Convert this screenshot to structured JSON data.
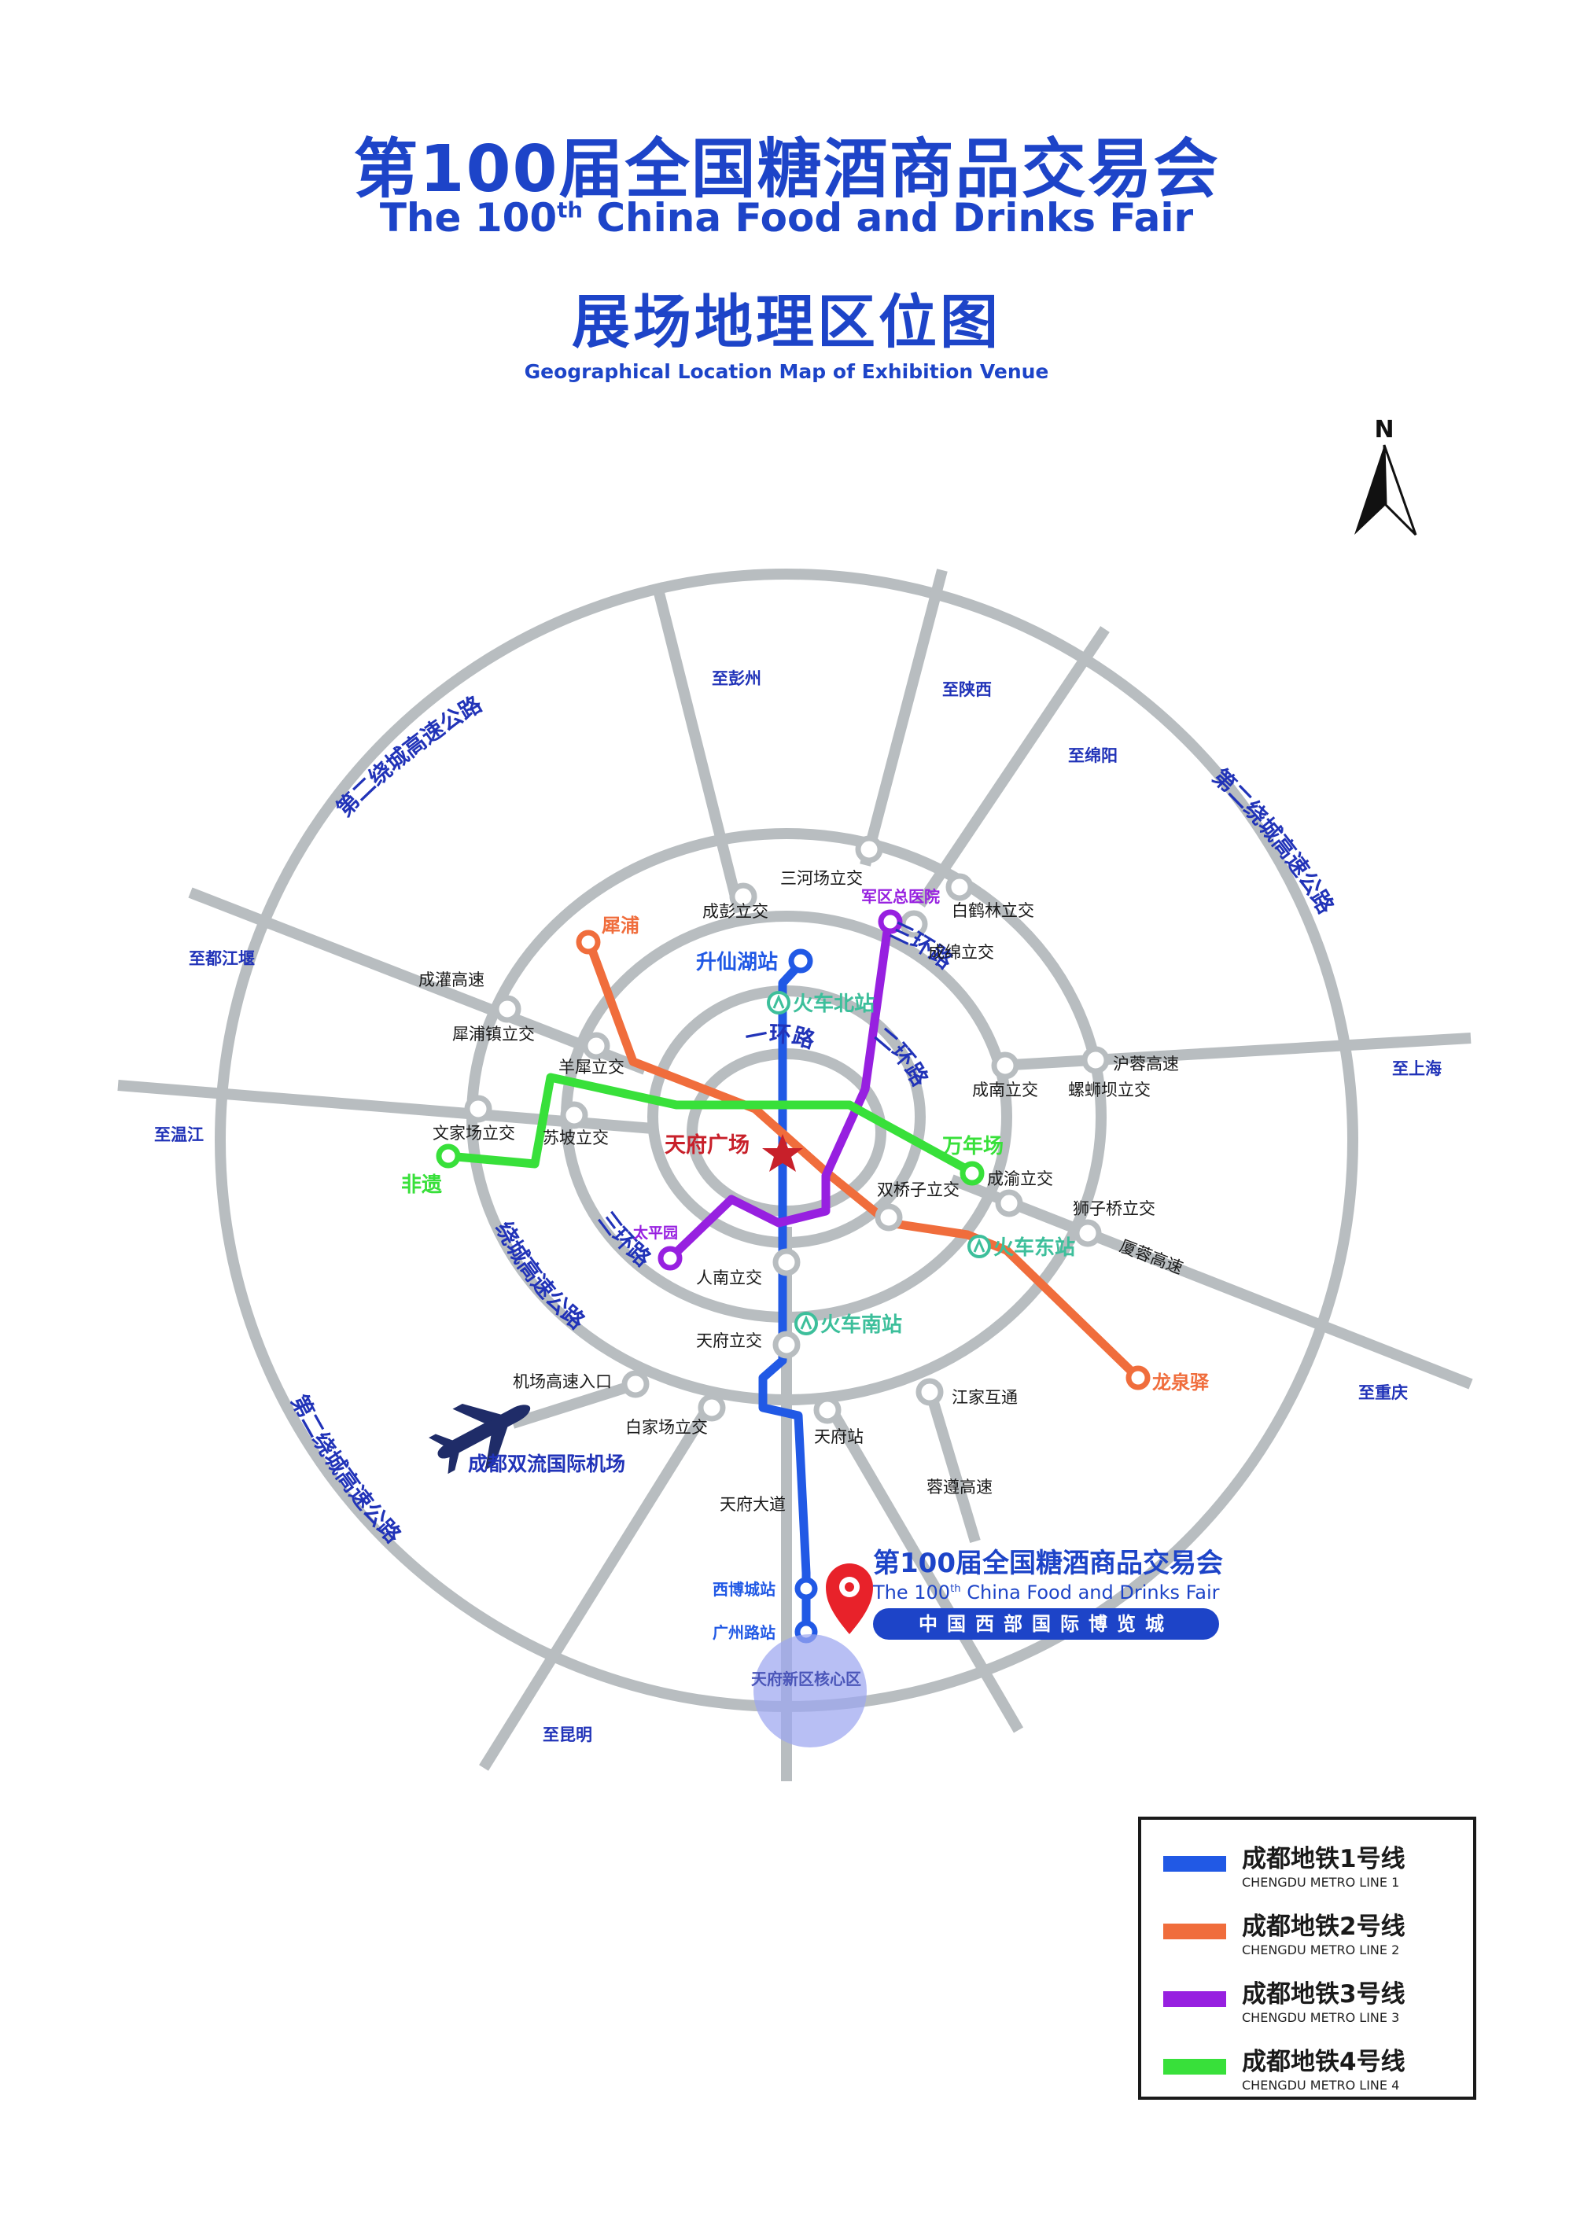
{
  "header": {
    "title_zh": "第100届全国糖酒商品交易会",
    "title_en_pre": "The 100",
    "title_en_sup": "th",
    "title_en_post": " China Food and Drinks Fair",
    "subtitle_zh": "展场地理区位图",
    "subtitle_en": "Geographical Location Map of Exhibition Venue"
  },
  "compass": {
    "label": "N"
  },
  "colors": {
    "road": "#b8bdc0",
    "line1": "#2159e5",
    "line2": "#f06d3c",
    "line3": "#9720e0",
    "line4": "#38e03a",
    "title": "#1d44c8",
    "label_blue": "#2133b8",
    "station_teal": "#3dbf9b",
    "center_red": "#c8202a",
    "pin_red": "#e8222a",
    "airport_navy": "#1f2c68",
    "core_area": "#9da6f0"
  },
  "labels": {
    "dir_pengzhou": "至彭州",
    "dir_shaanxi": "至陕西",
    "dir_mianyang": "至绵阳",
    "dir_dujiangyan": "至都江堰",
    "dir_wenjiang": "至温江",
    "dir_shanghai": "至上海",
    "dir_chongqing": "至重庆",
    "dir_kunming": "至昆明",
    "ring2_nw": "第二绕城高速公路",
    "ring2_ne": "第二绕城高速公路",
    "ring2_sw": "第二绕城高速公路",
    "ring_expressway": "绕城高速公路",
    "ring3_ne": "三环路",
    "ring3_sw": "三环路",
    "ring2_inner": "二环路",
    "ring1_inner": "一环路",
    "sanhechang": "三河场立交",
    "chengpeng": "成彭立交",
    "baihelin": "白鹤林立交",
    "chengmian": "成绵立交",
    "chengguan_exp": "成灌高速",
    "xipuzhen": "犀浦镇立交",
    "yangxi": "羊犀立交",
    "wenjiachang": "文家场立交",
    "supo": "苏坡立交",
    "hurong_exp": "沪蓉高速",
    "luosiba": "螺蛳坝立交",
    "chengnan": "成南立交",
    "chengyu": "成渝立交",
    "shuangqiaozi": "双桥子立交",
    "shiziqiao": "狮子桥立交",
    "xiarong_exp": "厦蓉高速",
    "rennan": "人南立交",
    "tianfu_iv": "天府立交",
    "airport_exp_entry": "机场高速入口",
    "baijiachang": "白家场立交",
    "tianfu_station": "天府站",
    "jiangjia": "江家互通",
    "rongzun_exp": "蓉遵高速",
    "tianfu_avenue": "天府大道",
    "shengxianhu": "升仙湖站",
    "north_station": "火车北站",
    "east_station": "火车东站",
    "south_station": "火车南站",
    "tianfu_square": "天府广场",
    "xipu": "犀浦",
    "junqu": "军区总医院",
    "wannianchang": "万年场",
    "feiyi": "非遗",
    "taipingyuan": "太平园",
    "longquanyi": "龙泉驿",
    "xibocheng": "西博城站",
    "guangzhoulu": "广州路站",
    "core_area": "天府新区核心区",
    "airport": "成都双流国际机场"
  },
  "fair": {
    "title_zh": "第100届全国糖酒商品交易会",
    "title_en_pre": "The 100",
    "title_en_sup": "th",
    "title_en_post": " China Food and Drinks Fair",
    "venue": "中国西部国际博览城"
  },
  "legend": [
    {
      "name_zh": "成都地铁1号线",
      "name_en": "CHENGDU METRO LINE 1",
      "color": "#2159e5"
    },
    {
      "name_zh": "成都地铁2号线",
      "name_en": "CHENGDU METRO LINE 2",
      "color": "#f06d3c"
    },
    {
      "name_zh": "成都地铁3号线",
      "name_en": "CHENGDU METRO LINE 3",
      "color": "#9720e0"
    },
    {
      "name_zh": "成都地铁4号线",
      "name_en": "CHENGDU METRO LINE 4",
      "color": "#38e03a"
    }
  ]
}
